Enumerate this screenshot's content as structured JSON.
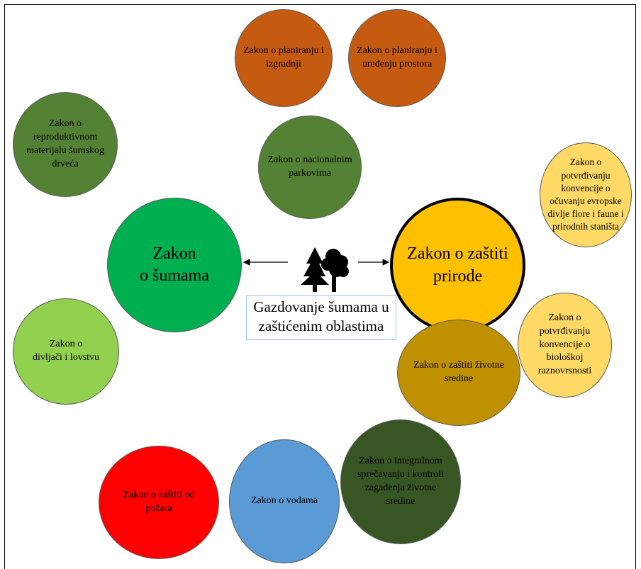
{
  "center": {
    "label": "Gazdovanje šumama u\nzaštićenim oblastima",
    "icon": "forest-trees-icon"
  },
  "colors": {
    "orange": "#c55a11",
    "olive_green": "#548235",
    "green": "#00b050",
    "light_green": "#92d050",
    "gold": "#ffc000",
    "light_gold": "#ffd966",
    "dark_gold": "#bf9000",
    "red": "#ff0000",
    "blue": "#5b9bd5",
    "dark_green": "#375623"
  },
  "laws": {
    "planiranje_izgradnja": "Zakon o planiranju i\nizgradnji",
    "planiranje_uredjenje": "Zakon o planiranju i\nuređenju prostora",
    "reproduktivni_materijal": "Zakon o\nreproduktivnom\nmaterijalu šumskog\ndrveća",
    "nacionalni_parkovi": "Zakon o nacionalnim\nparkovima",
    "sume": "Zakon\no šumama",
    "zastita_prirode": "Zakon o zaštiti\nprirode",
    "konvencija_flora_fauna": "Zakon o\npotvrđivanju\nkonvencije o\nočuvanju evropske\ndivlje flore i faune i\nprirodnih staništa",
    "konvencija_bioloska": "Zakon o\npotvrđivanju\nkonvencije.o\nbiološkoj\nraznovrsnosti",
    "divljac_lovstvo": "Zakon o\ndivljači i lovstvu",
    "zastita_zivotne_sredine": "Zakon o zaštiti životne\nsredine",
    "zastita_od_pozara": "Zakon o zaštiti od\npožara",
    "vode": "Zakon o vodama",
    "integralno_sprecavanje": "Zakon o integralnom\nsprečavanju i kontroli\nzagađenja životne\nsredine"
  }
}
